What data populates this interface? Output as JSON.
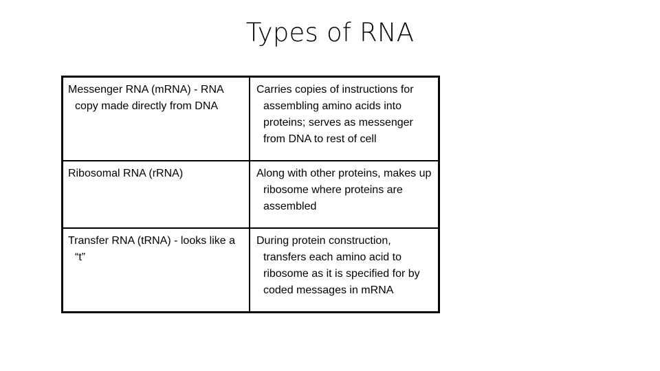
{
  "slide": {
    "title": "Types of RNA",
    "background_color": "#ffffff",
    "text_color": "#000000",
    "border_color": "#000000"
  },
  "table": {
    "rows": [
      {
        "type": "Messenger RNA (mRNA) - RNA copy made directly from DNA",
        "function": "Carries copies of instructions for assembling amino acids into proteins; serves as messenger from DNA to rest of cell"
      },
      {
        "type": "Ribosomal RNA (rRNA)",
        "function": "Along with other proteins, makes up ribosome where proteins are assembled"
      },
      {
        "type": "Transfer RNA (tRNA) - looks like a “t”",
        "function": "During protein construction, transfers each amino acid to ribosome as it is specified for by coded messages in mRNA"
      }
    ]
  }
}
